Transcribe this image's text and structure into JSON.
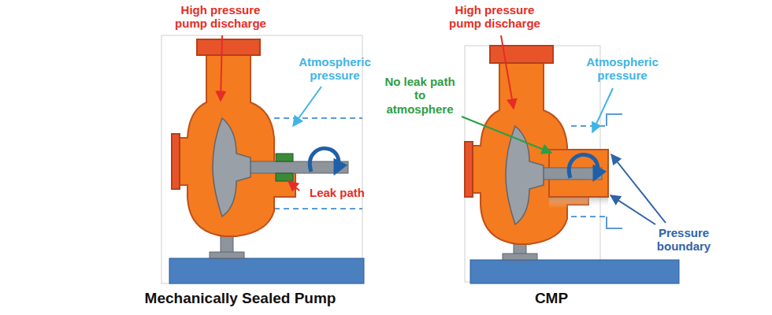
{
  "diagram": {
    "labels": [
      "High pressure pump discharge",
      "Atmospheric pressure",
      "Leak path",
      "Mechanically Sealed Pump",
      "High pressure pump discharge",
      "No leak path to atmosphere",
      "Atmospheric pressure",
      "Pressure boundary",
      "CMP"
    ]
  }
}
